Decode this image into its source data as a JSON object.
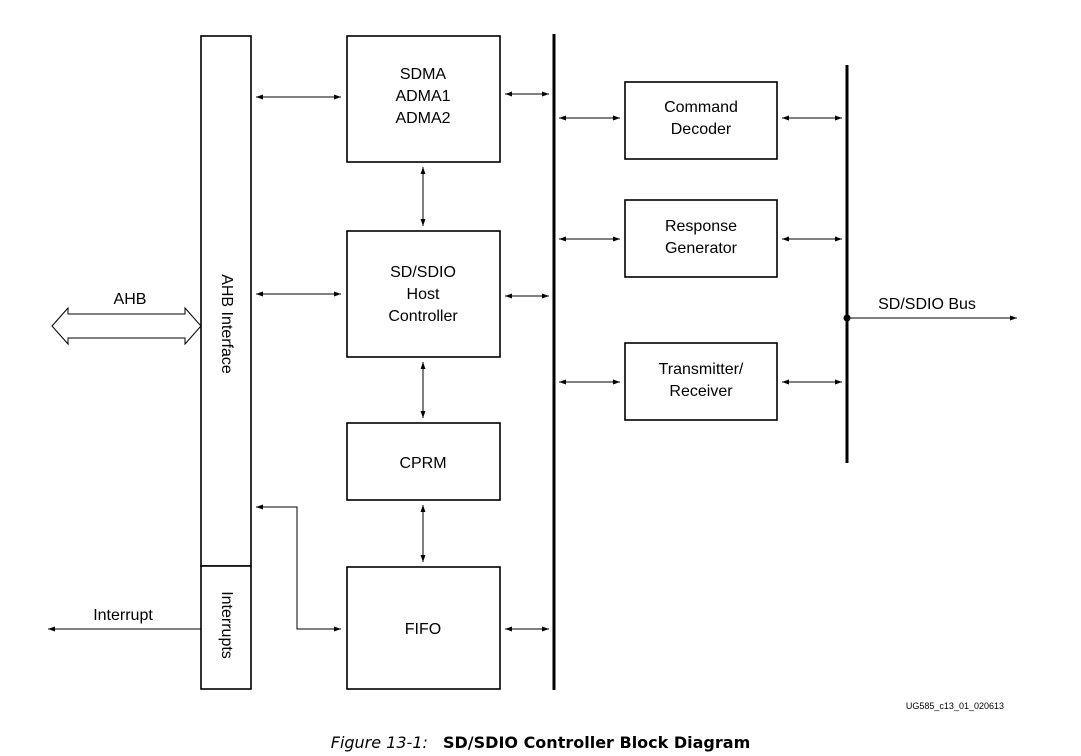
{
  "blocks": {
    "ahb_interface": "AHB Interface",
    "interrupts": "Interrupts",
    "dma": [
      "SDMA",
      "ADMA1",
      "ADMA2"
    ],
    "host_controller": [
      "SD/SDIO",
      "Host",
      "Controller"
    ],
    "cprm": "CPRM",
    "fifo": "FIFO",
    "command_decoder": [
      "Command",
      "Decoder"
    ],
    "response_generator": [
      "Response",
      "Generator"
    ],
    "transmitter_receiver": [
      "Transmitter/",
      "Receiver"
    ]
  },
  "labels": {
    "ahb": "AHB",
    "interrupt": "Interrupt",
    "sdio_bus": "SD/SDIO Bus",
    "doc_id": "UG585_c13_01_020613"
  },
  "caption": {
    "number": "Figure 13-1:",
    "title": "SD/SDIO Controller Block Diagram"
  }
}
